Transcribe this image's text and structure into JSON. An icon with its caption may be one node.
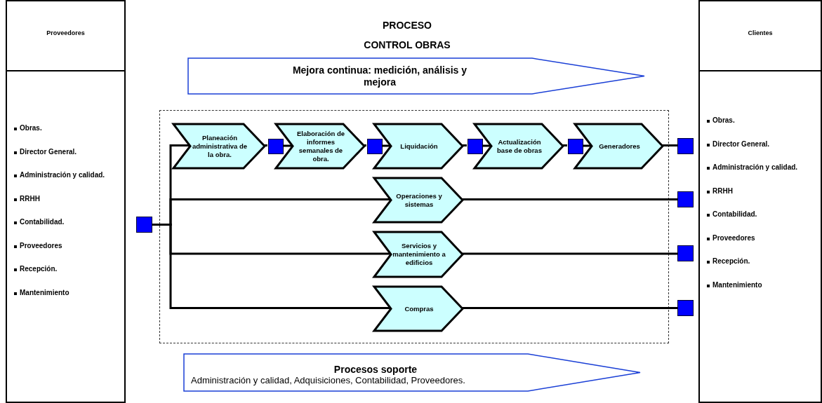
{
  "diagram": {
    "title": "PROCESO CONTROL OBRAS",
    "nodes": [
      {
        "text": [
          "Proveedores",
          "Obras.",
          "Director General.",
          "Administración y calidad.",
          "RRHH",
          "Contabilidad.",
          "Proveedores",
          "Recepción.",
          "Mantenimiento"
        ]
      },
      {
        "text": [
          "Clientes",
          "Obras.",
          "Director General.",
          "Administración y calidad.",
          "RRHH",
          "Contabilidad.",
          "Proveedores",
          "Recepción.",
          "Mantenimiento"
        ]
      },
      {
        "text": [
          "Mejora continua: medición, análisis y mejora"
        ]
      },
      {
        "text": [],
        "shape": "box"
      },
      {
        "text": [],
        "shape": "box"
      },
      {
        "text": [
          "Planeación administrativa de la obra."
        ],
        "in": 3
      },
      {
        "text": [],
        "shape": "box",
        "in": 3
      },
      {
        "text": [
          "Elaboración de informes semanales de obra."
        ],
        "in": 3
      },
      {
        "text": [],
        "shape": "box",
        "in": 3
      },
      {
        "text": [
          "Liquidación"
        ],
        "in": 3
      },
      {
        "text": [],
        "shape": "box",
        "in": 3
      },
      {
        "text": [
          "Actualización base de obras"
        ],
        "in": 3
      },
      {
        "text": [],
        "shape": "box",
        "in": 3
      },
      {
        "text": [
          "Generadores"
        ],
        "in": 3
      },
      {
        "text": [],
        "shape": "box"
      },
      {
        "text": [
          "Operaciones y sistemas"
        ],
        "in": 3
      },
      {
        "text": [],
        "shape": "box"
      },
      {
        "text": [
          "Servicios y mantenimiento a edificios"
        ],
        "in": 3
      },
      {
        "text": [],
        "shape": "box"
      },
      {
        "text": [
          "Compras"
        ],
        "in": 3
      },
      {
        "text": [],
        "shape": "box"
      },
      {
        "text": [
          "Procesos soporte",
          "Administración y calidad, Adquisiciones, Contabilidad, Proveedores."
        ]
      }
    ],
    "edges": [
      {
        "from": 4,
        "to": 5,
        "arrow": "none"
      },
      {
        "from": 4,
        "to": 15,
        "arrow": "none"
      },
      {
        "from": 4,
        "to": 17,
        "arrow": "none"
      },
      {
        "from": 4,
        "to": 19,
        "arrow": "none"
      },
      {
        "from": 5,
        "to": 6,
        "arrow": "none"
      },
      {
        "from": 6,
        "to": 7,
        "arrow": "none"
      },
      {
        "from": 7,
        "to": 8,
        "arrow": "none"
      },
      {
        "from": 8,
        "to": 9,
        "arrow": "none"
      },
      {
        "from": 9,
        "to": 10,
        "arrow": "none"
      },
      {
        "from": 10,
        "to": 11,
        "arrow": "none"
      },
      {
        "from": 11,
        "to": 12,
        "arrow": "none"
      },
      {
        "from": 12,
        "to": 13,
        "arrow": "none"
      },
      {
        "from": 13,
        "to": 14,
        "arrow": "none"
      },
      {
        "from": 15,
        "to": 16,
        "arrow": "none"
      },
      {
        "from": 17,
        "to": 18,
        "arrow": "none"
      },
      {
        "from": 19,
        "to": 20,
        "arrow": "none"
      }
    ]
  }
}
